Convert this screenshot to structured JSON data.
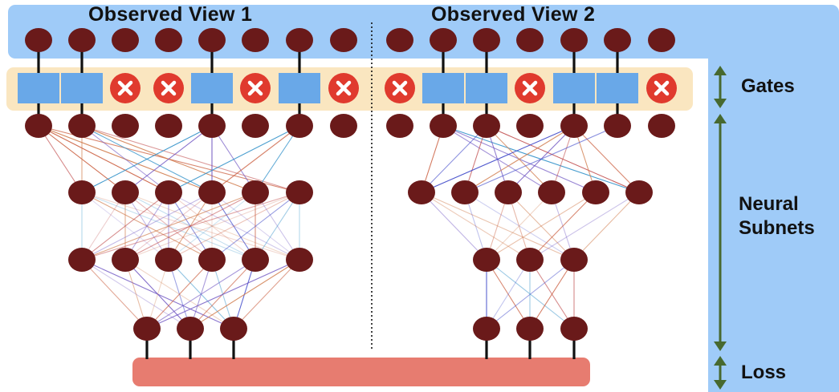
{
  "views": [
    {
      "title": "Observed View 1",
      "gates": [
        "open",
        "open",
        "closed",
        "closed",
        "open",
        "closed",
        "open",
        "closed"
      ]
    },
    {
      "title": "Observed View 2",
      "gates": [
        "closed",
        "open",
        "open",
        "closed",
        "open",
        "open",
        "closed"
      ]
    }
  ],
  "side_labels": {
    "gates": "Gates",
    "subnets": "Neural\nSubnets",
    "loss": "Loss"
  },
  "colors": {
    "panel_blue": "#9fcbf8",
    "gate_band": "#fae6c0",
    "gate_open": "#69a8e8",
    "gate_closed": "#e03a2e",
    "neuron": "#6a1a1a",
    "loss_bar": "#e77c70",
    "arrow": "#47692f"
  },
  "icons": {
    "gate_closed": "x-circle-icon",
    "arrow": "double-headed-arrow-icon"
  }
}
